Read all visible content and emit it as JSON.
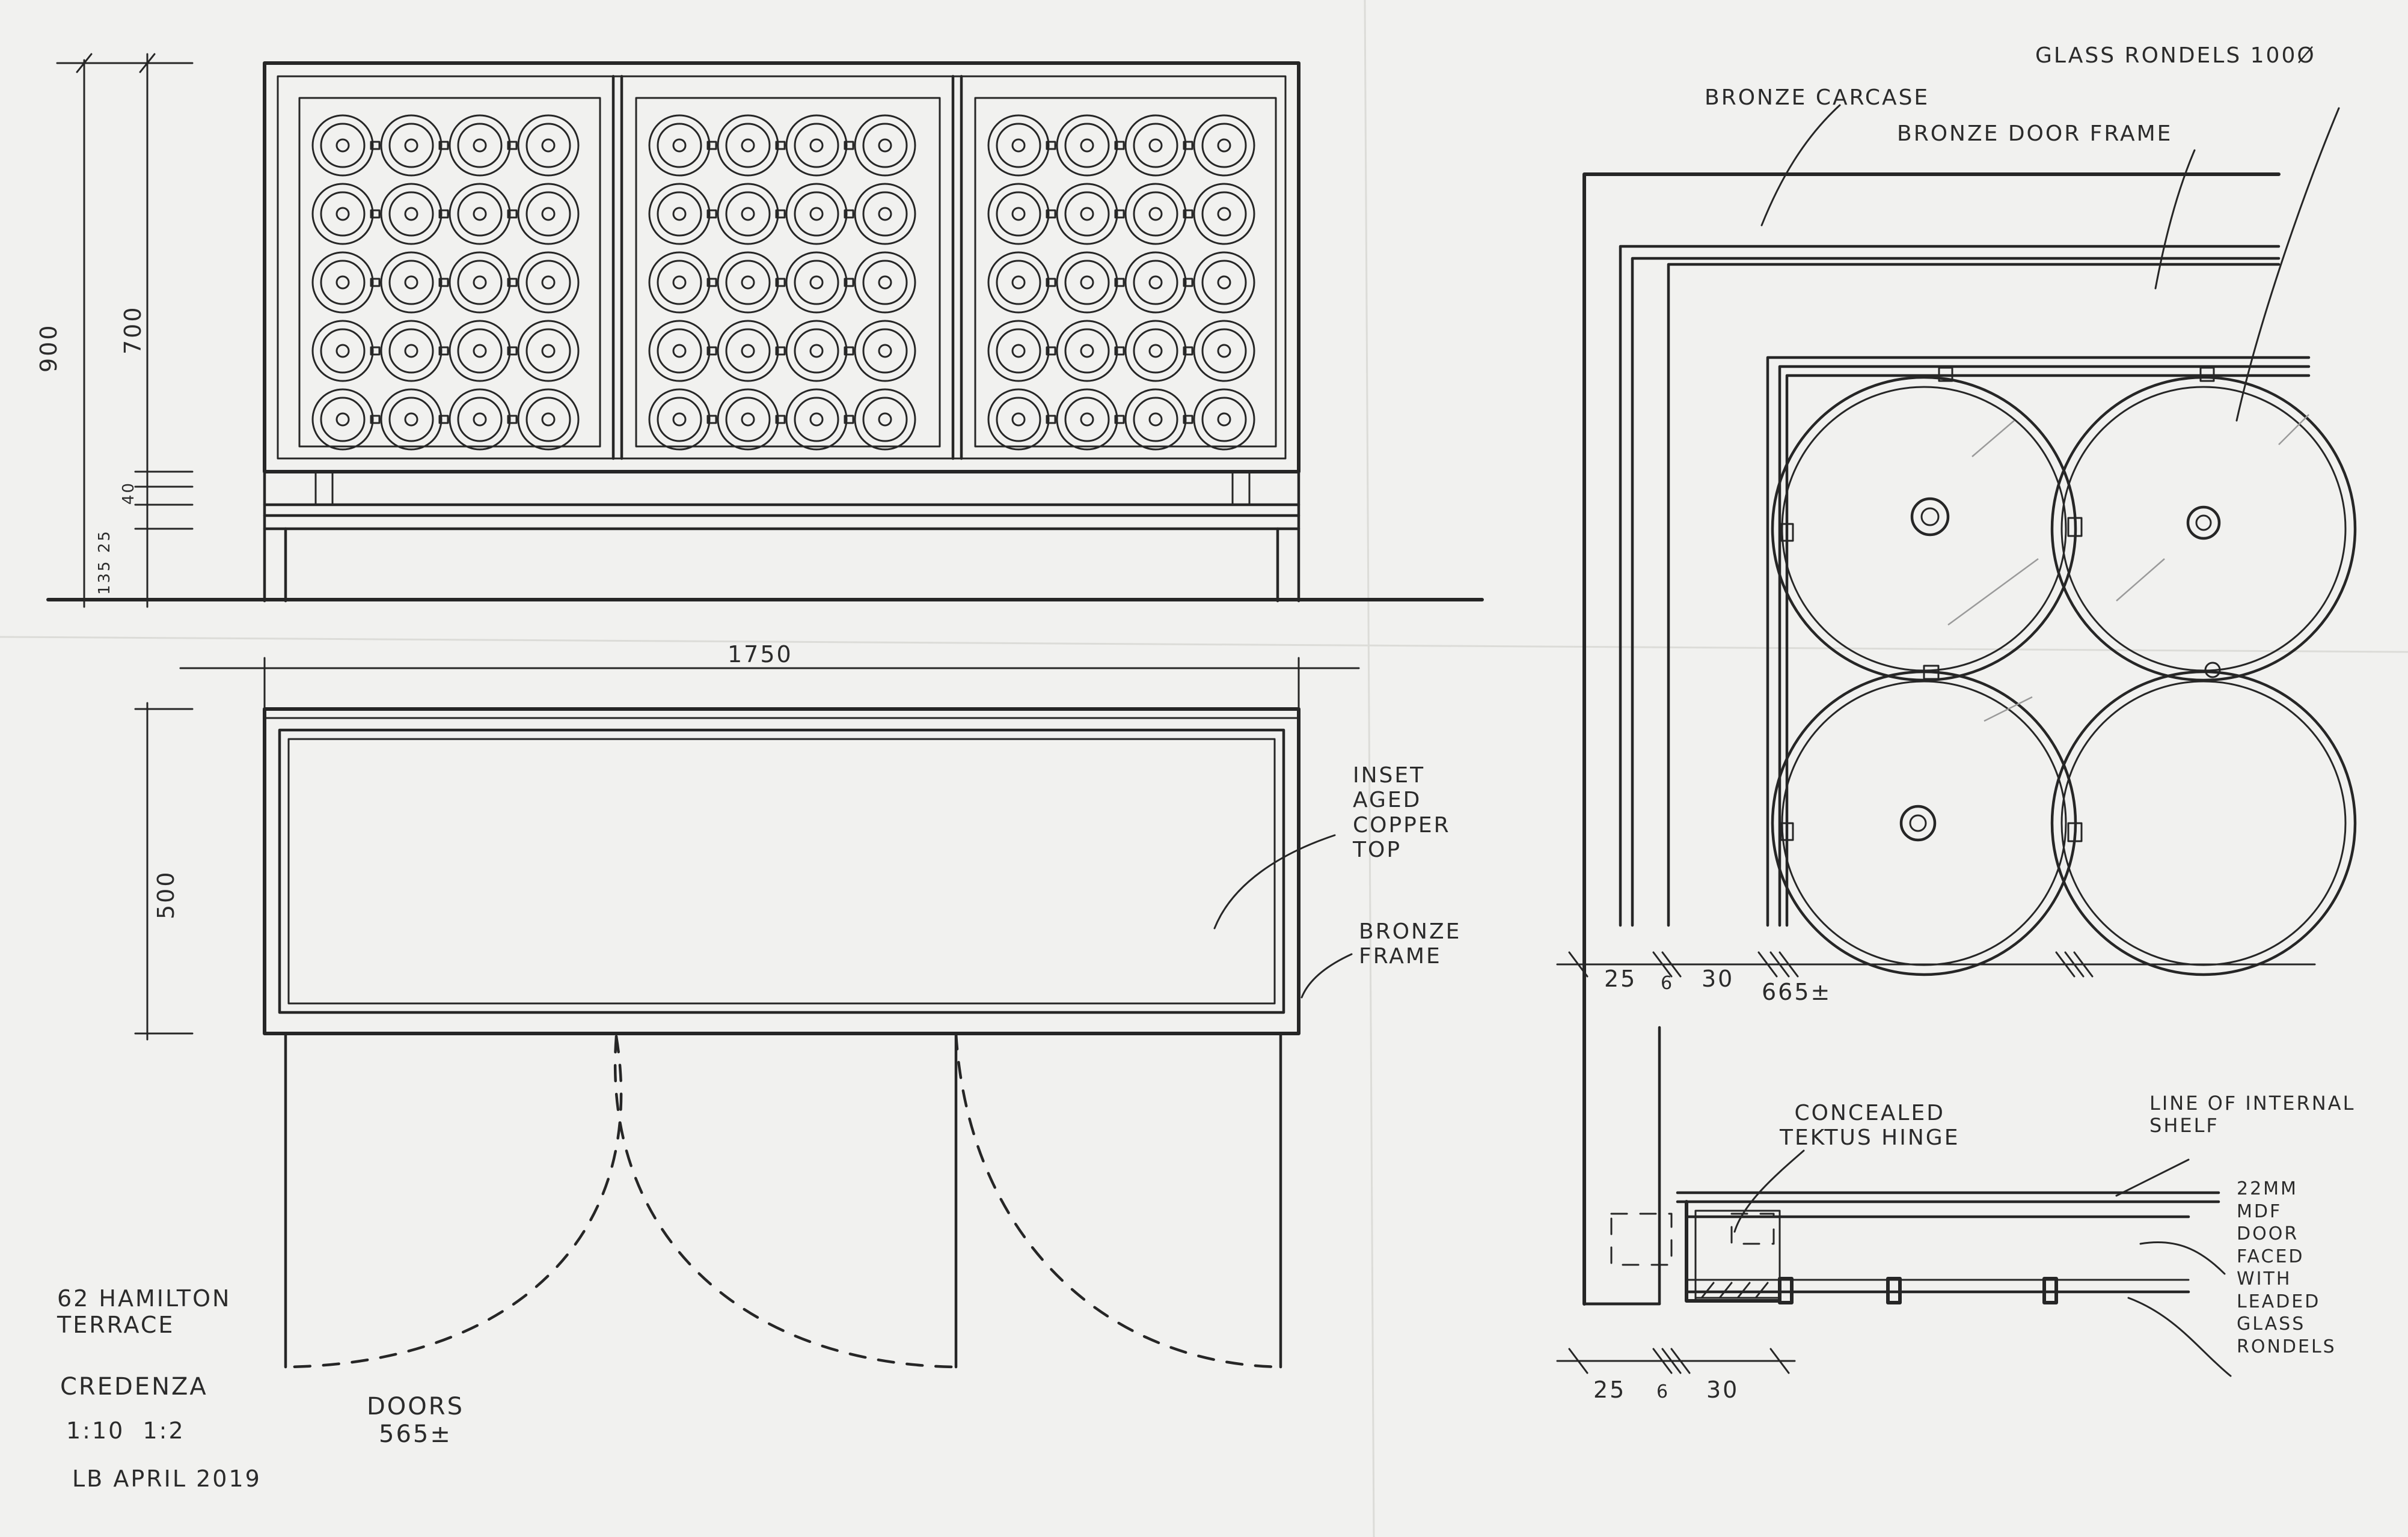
{
  "drawing": {
    "ink_color": "#262626",
    "paper_color": "#f1f1ef",
    "dimensions": {
      "total_height": "900",
      "carcase_height": "700",
      "small_dims": "40",
      "plinth_dims": "135 25",
      "overall_width": "1750",
      "depth": "500",
      "detail_25": "25",
      "detail_6": "6",
      "detail_30": "30",
      "detail_665": "665±",
      "section_25": "25",
      "section_6": "6",
      "section_30": "30"
    },
    "labels": {
      "glass_rondels": "GLASS RONDELS 100Ø",
      "bronze_carcase": "BRONZE CARCASE",
      "bronze_door_frame": "BRONZE DOOR FRAME",
      "inset_top": "INSET\nAGED\nCOPPER\nTOP",
      "bronze_frame": "BRONZE\nFRAME",
      "hinge": "CONCEALED\nTEKTUS HINGE",
      "shelf_line": "LINE OF INTERNAL\nSHELF",
      "mdf_door": "22mm\nMDF\nDOOR\nFACED\nWITH\nLEADED\nGLASS\nRONDELS",
      "doors_note": "DOORS\n565±"
    },
    "title_block": {
      "project": "62 HAMILTON\nTERRACE",
      "item": "CREDENZA",
      "scales": "1:10  1:2",
      "author_date": "LB APRIL 2019"
    }
  }
}
